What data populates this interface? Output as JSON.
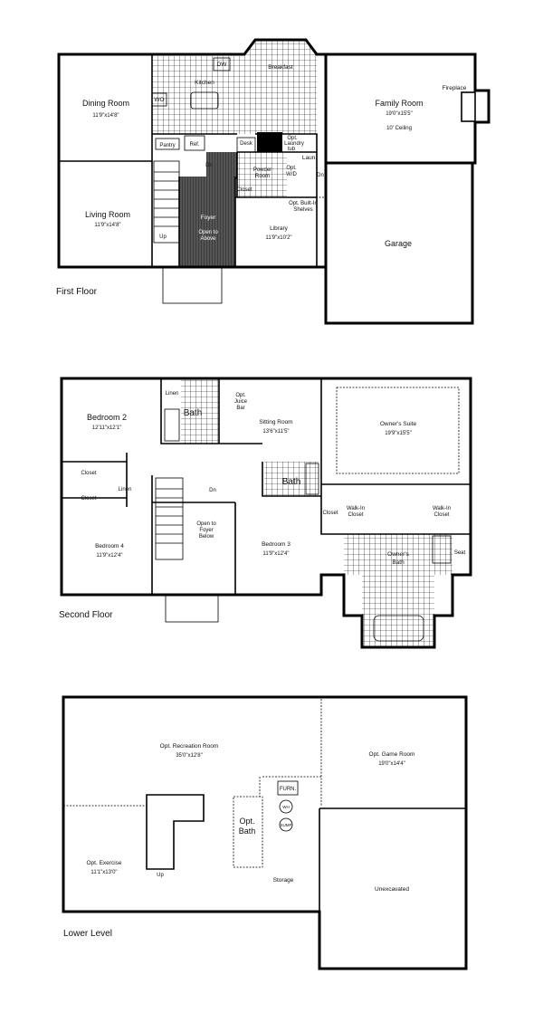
{
  "first_floor": {
    "title": "First Floor",
    "rooms": {
      "dining": {
        "name": "Dining Room",
        "dims": "11'9\"x14'8\""
      },
      "living": {
        "name": "Living Room",
        "dims": "11'9\"x14'8\""
      },
      "kitchen": {
        "name": "Kitchen"
      },
      "breakfast": {
        "name": "Breakfast"
      },
      "family": {
        "name": "Family Room",
        "dims": "19'0\"x15'5\"",
        "note": "10' Ceiling"
      },
      "library": {
        "name": "Library",
        "dims": "11'9\"x10'2\""
      },
      "garage": {
        "name": "Garage"
      },
      "foyer": {
        "name": "Foyer",
        "note1": "Open to",
        "note2": "Above"
      }
    },
    "labels": {
      "fireplace": "Fireplace",
      "pantry": "Pantry",
      "ref": "Ref.",
      "desk": "Desk",
      "laundry_tub1": "Opt.",
      "laundry_tub2": "Laundry",
      "laundry_tub3": "tub",
      "laun": "Laun.",
      "powder1": "Powder",
      "powder2": "Room",
      "wd1": "Opt.",
      "wd2": "W/D",
      "closet": "Closet",
      "wo": "WO",
      "dw": "DW",
      "shelves1": "Opt. Built-In",
      "shelves2": "Shelves",
      "dn1": "Dn",
      "dn2": "Dn",
      "up": "Up"
    }
  },
  "second_floor": {
    "title": "Second Floor",
    "rooms": {
      "bedroom2": {
        "name": "Bedroom 2",
        "dims": "12'11\"x12'1\""
      },
      "sitting": {
        "name": "Sitting Room",
        "dims": "13'6\"x11'5\""
      },
      "owners_suite": {
        "name": "Owner's Suite",
        "dims": "19'9\"x15'5\""
      },
      "bedroom4": {
        "name": "Bedroom 4",
        "dims": "11'9\"x12'4\""
      },
      "bedroom3": {
        "name": "Bedroom 3",
        "dims": "11'9\"x12'4\""
      },
      "owners_bath": {
        "name1": "Owner's",
        "name2": "Bath"
      }
    },
    "labels": {
      "bath1": "Bath",
      "bath2": "Bath",
      "linen1": "Linen",
      "linen2": "Linen",
      "juice1": "Opt.",
      "juice2": "Juice",
      "juice3": "Bar",
      "closet1": "Closet",
      "closet2": "Closet",
      "closet3": "Closet",
      "wic1a": "Walk-In",
      "wic1b": "Closet",
      "wic2a": "Walk-In",
      "wic2b": "Closet",
      "dn": "Dn",
      "open1": "Open to",
      "open2": "Foyer",
      "open3": "Below",
      "seat": "Seat"
    }
  },
  "lower_level": {
    "title": "Lower Level",
    "rooms": {
      "recreation": {
        "name": "Opt. Recreation Room",
        "dims": "35'0\"x12'8\""
      },
      "game": {
        "name": "Opt. Game Room",
        "dims": "19'0\"x14'4\""
      },
      "exercise": {
        "name": "Opt. Exercise",
        "dims": "11'1\"x13'0\""
      },
      "storage": {
        "name": "Storage"
      },
      "unexcavated": {
        "name": "Unexcavated"
      },
      "bath": {
        "name1": "Opt.",
        "name2": "Bath"
      }
    },
    "labels": {
      "furn": "FURN.",
      "wh": "WH",
      "sump": "SUMP",
      "up": "Up"
    }
  }
}
